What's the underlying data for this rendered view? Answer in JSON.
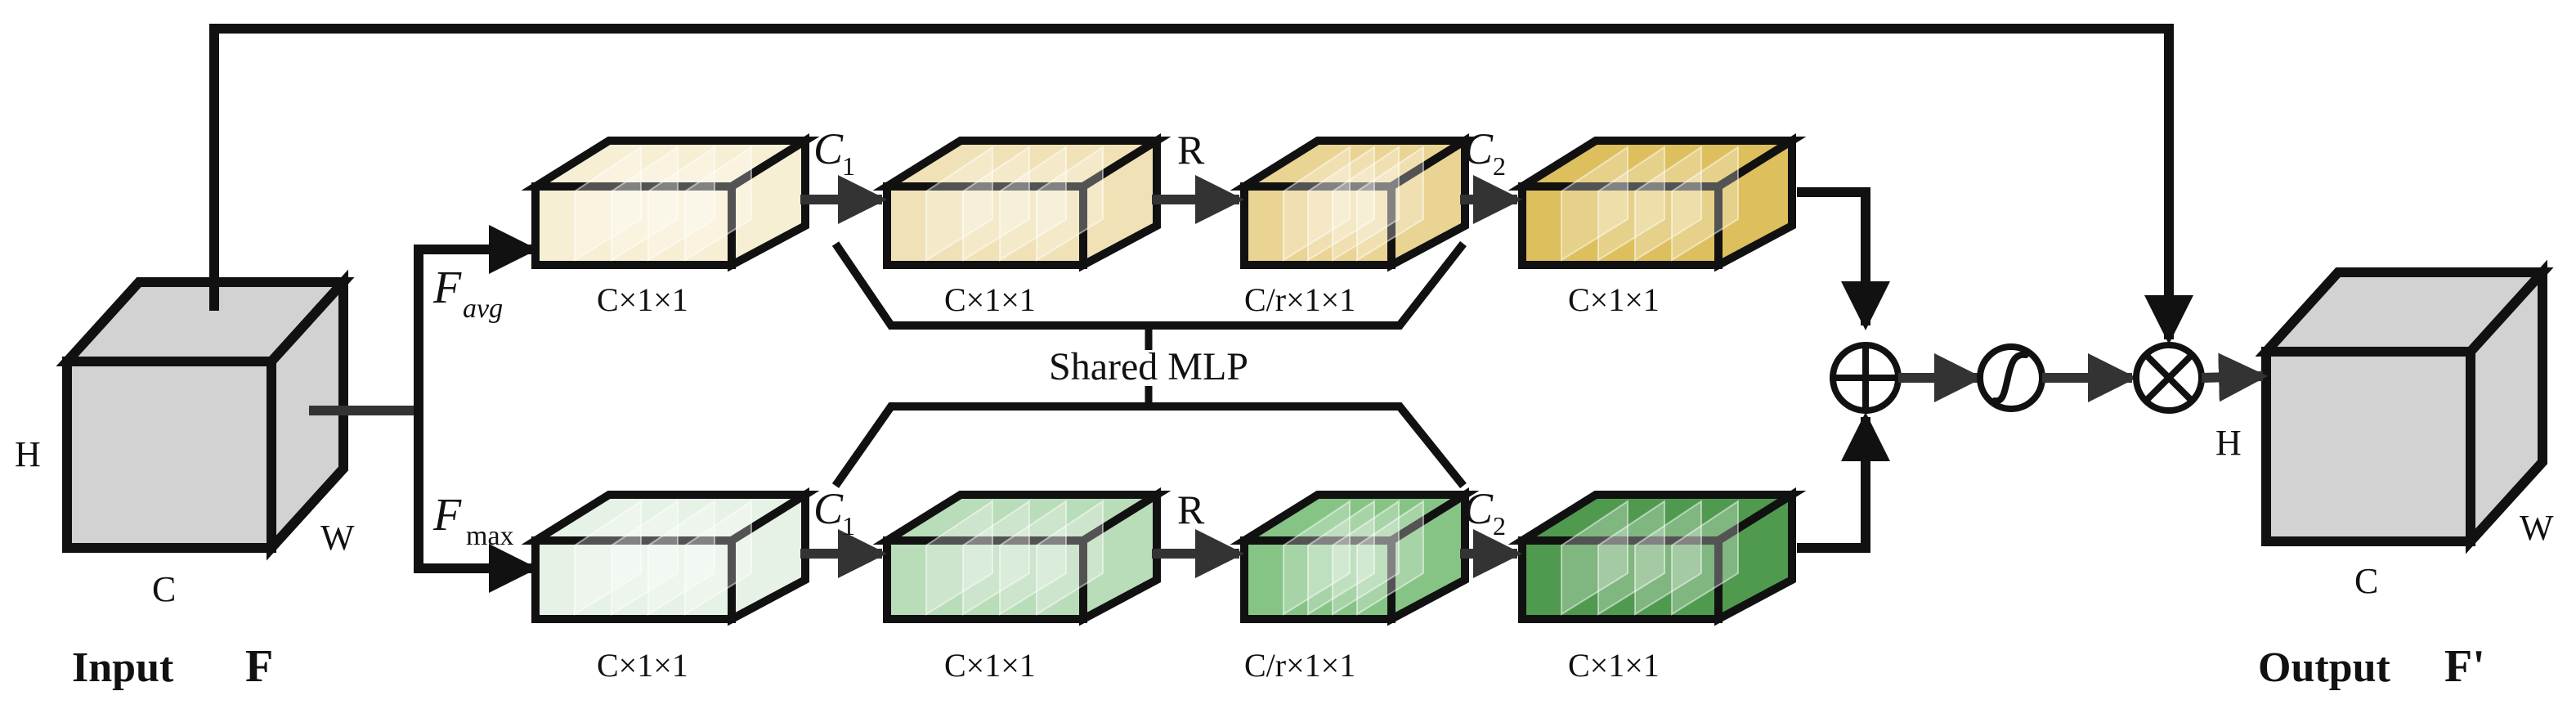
{
  "input": {
    "title": "Input",
    "symbol": "F",
    "h": "H",
    "w": "W",
    "c": "C"
  },
  "output": {
    "title": "Output",
    "symbol": "F'",
    "h": "H",
    "w": "W",
    "c": "C"
  },
  "paths": {
    "avg": {
      "label_main": "F",
      "label_sub": "avg"
    },
    "max": {
      "label_main": "F",
      "label_sub": "max"
    }
  },
  "ops": {
    "c1": "C",
    "c1_sub": "1",
    "r": "R",
    "c2": "C",
    "c2_sub": "2"
  },
  "dims": [
    "C×1×1",
    "C×1×1",
    "C/r×1×1",
    "C×1×1"
  ],
  "shared_mlp": "Shared MLP",
  "colors": {
    "avg": [
      "#f7efd4",
      "#f0e2b6",
      "#ead493",
      "#ddbf5d"
    ],
    "max": [
      "#e6f2e6",
      "#b9dcb9",
      "#86c486",
      "#4f9a4f"
    ],
    "cube": "#d2d2d2",
    "line": "#111111"
  }
}
